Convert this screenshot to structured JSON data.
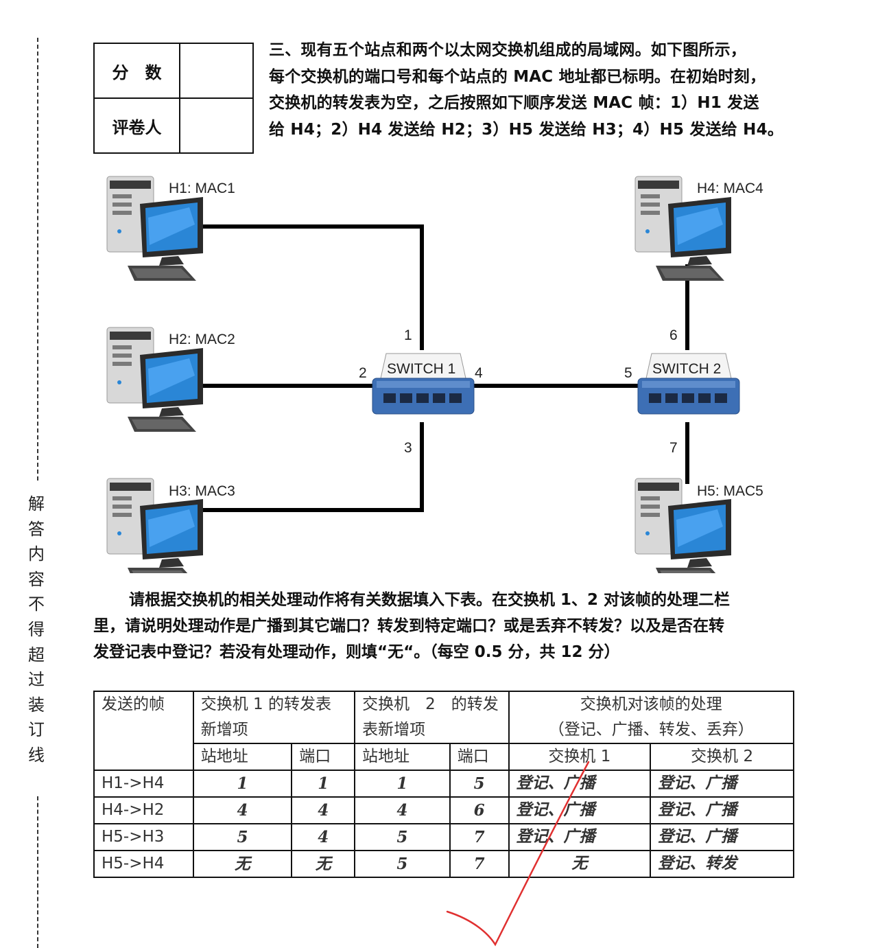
{
  "margin": {
    "chars": [
      "解",
      "答",
      "内",
      "容",
      "不",
      "得",
      "超",
      "过",
      "装",
      "订",
      "线"
    ]
  },
  "score_box": {
    "score_label": "分　数",
    "grader_label": "评卷人"
  },
  "question": {
    "lines": [
      "三、现有五个站点和两个以太网交换机组成的局域网。如下图所示，",
      "每个交换机的端口号和每个站点的 MAC 地址都已标明。在初始时刻，",
      "交换机的转发表为空，之后按照如下顺序发送 MAC 帧：1）H1 发送",
      "给 H4；2）H4 发送给 H2；3）H5 发送给 H3；4）H5 发送给 H4。"
    ]
  },
  "diagram": {
    "hosts": [
      {
        "label": "H1: MAC1"
      },
      {
        "label": "H2: MAC2"
      },
      {
        "label": "H3: MAC3"
      },
      {
        "label": "H4: MAC4"
      },
      {
        "label": "H5: MAC5"
      }
    ],
    "switches": [
      {
        "label": "SWITCH 1"
      },
      {
        "label": "SWITCH 2"
      }
    ],
    "ports": [
      "1",
      "2",
      "3",
      "4",
      "5",
      "6",
      "7"
    ],
    "colors": {
      "line": "#000000",
      "switch_body": "#3d6fb5",
      "screen": "#2a86d6",
      "tower": "#dcdcdc"
    }
  },
  "instruction": {
    "lines": [
      "请根据交换机的相关处理动作将有关数据填入下表。在交换机 1、2 对该帧的处理二栏",
      "里，请说明处理动作是广播到其它端口？转发到特定端口？或是丢弃不转发？以及是否在转",
      "发登记表中登记？若没有处理动作，则填“无“。（每空 0.5 分，共 12 分）"
    ]
  },
  "table": {
    "headers": {
      "frame": "发送的帧",
      "sw1_table_line1": "交换机 1 的转发表",
      "sw1_table_line2": "新增项",
      "sw2_table_line1": "交换机　2　的转发",
      "sw2_table_line2": "表新增项",
      "handling_line1": "交换机对该帧的处理",
      "handling_line2": "（登记、广播、转发、丢弃）",
      "station_addr": "站地址",
      "port": "端口",
      "switch1": "交换机 1",
      "switch2": "交换机 2"
    },
    "rows": [
      {
        "frame": "H1->H4",
        "sw1_addr": "1",
        "sw1_port": "1",
        "sw2_addr": "1",
        "sw2_port": "5",
        "sw1_action": "登记、广播",
        "sw2_action": "登记、广播"
      },
      {
        "frame": "H4->H2",
        "sw1_addr": "4",
        "sw1_port": "4",
        "sw2_addr": "4",
        "sw2_port": "6",
        "sw1_action": "登记、广播",
        "sw2_action": "登记、广播"
      },
      {
        "frame": "H5->H3",
        "sw1_addr": "5",
        "sw1_port": "4",
        "sw2_addr": "5",
        "sw2_port": "7",
        "sw1_action": "登记、广播",
        "sw2_action": "登记、广播"
      },
      {
        "frame": "H5->H4",
        "sw1_addr": "无",
        "sw1_port": "无",
        "sw2_addr": "5",
        "sw2_port": "7",
        "sw1_action": "无",
        "sw2_action": "登记、转发"
      }
    ]
  },
  "grading": {
    "mark": "check-mark",
    "color": "#e03030"
  }
}
